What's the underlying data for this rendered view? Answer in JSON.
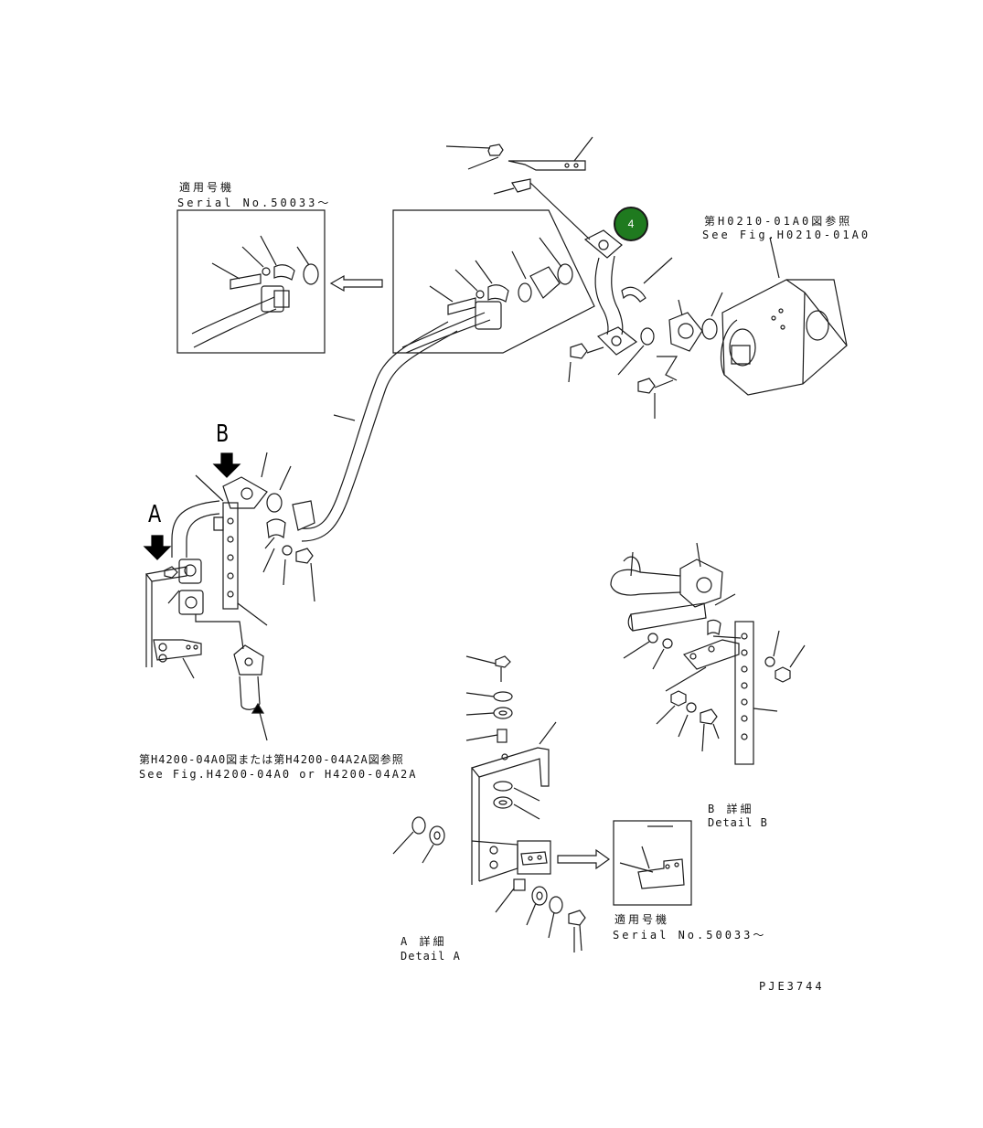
{
  "labels": {
    "serial_top_jp": "適用号機",
    "serial_top_en": "Serial No.50033～",
    "see_fig_top_jp": "第H0210-01A0図参照",
    "see_fig_top_en": "See Fig.H0210-01A0",
    "see_fig_bottom_jp": "第H4200-04A0図または第H4200-04A2A図参照",
    "see_fig_bottom_en": "See Fig.H4200-04A0 or H4200-04A2A",
    "detail_b_jp": "B 詳細",
    "detail_b_en": "Detail B",
    "detail_a_jp": "A 詳細",
    "detail_a_en": "Detail A",
    "serial_bottom_jp": "適用号機",
    "serial_bottom_en": "Serial No.50033～",
    "view_a": "A",
    "view_b": "B",
    "drawing_no": "PJE3744"
  },
  "callout": {
    "number": "4",
    "color": "#1f7a1f"
  },
  "colors": {
    "line": "#1a1a1a",
    "fill": "#ffffff",
    "arrow": "#000000"
  }
}
